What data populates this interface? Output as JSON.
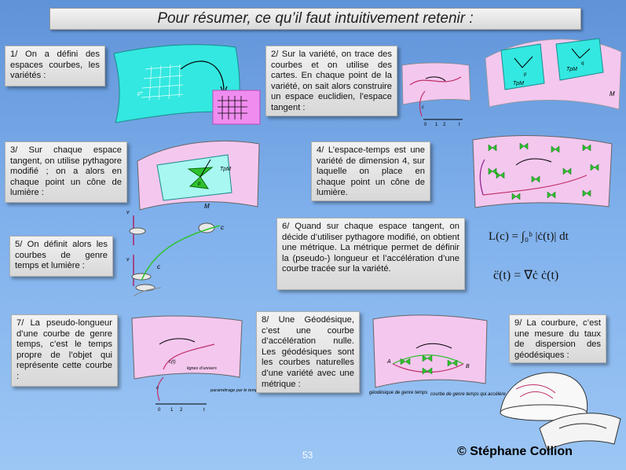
{
  "title": "Pour résumer, ce qu’il faut intuitivement retenir :",
  "boxes": {
    "b1": "1/ On a défini des espaces courbes, les variétés :",
    "b2": "2/ Sur la variété, on trace des courbes et on utilise des cartes. En chaque point de la variété, on sait alors construire un espace euclidien, l’espace tangent :",
    "b3": "3/ Sur chaque espace tangent, on utilise pythagore modifié ; on a alors en chaque point un cône de lumière :",
    "b4": "4/ L’espace-temps est une variété de dimension 4, sur laquelle on place en chaque point un cône de lumière.",
    "b5": "5/ On définit alors les courbes de genre temps et lumière :",
    "b6": "6/ Quand sur chaque espace tangent, on décide d’utiliser pythagore modifié, on obtient une métrique. La métrique permet de définir la (pseudo-) longueur et l’accélération d’une courbe tracée sur la variété.",
    "b7": "7/ La pseudo-longueur d’une courbe de genre temps, c’est le temps propre de l’objet qui représente cette courbe :",
    "b8": "8/ Une Géodésique, c’est une courbe d’accélération nulle. Les géodésiques sont les courbes naturelles d’une variété avec une métrique :",
    "b9": "9/ La courbure, c’est une mesure du taux de dispersion des géodésiques :"
  },
  "formulas": {
    "length": "L(c) = ∫₀ᵇ |ċ(t)| dt",
    "accel": "c̈(t) = ∇ċ ċ(t)"
  },
  "figure_labels": {
    "p_star": "p*",
    "c_t": "c(t)",
    "c": "c",
    "axis_0": "0",
    "axis_1": "1",
    "axis_2": "2",
    "axis_t": "t",
    "tp_m": "TpM",
    "p": "p",
    "q": "q",
    "manifold_m": "M",
    "v": "v",
    "lignes_univers": "lignes d’univers",
    "parametrage": "paramétrage par le temps propre",
    "geodesique_genre_temps": "géodésique de genre temps",
    "courbe_genre_temps": "courbe de genre temps qui accélère",
    "a": "A",
    "b": "B"
  },
  "page_number": "53",
  "copyright": "© Stéphane Collion",
  "colors": {
    "background": "#7fb0ec",
    "panel": "#e6e6e6",
    "cyan": "#33e8e0",
    "pink": "#f4c7ef",
    "green": "#32c832",
    "red": "#c0306a"
  }
}
